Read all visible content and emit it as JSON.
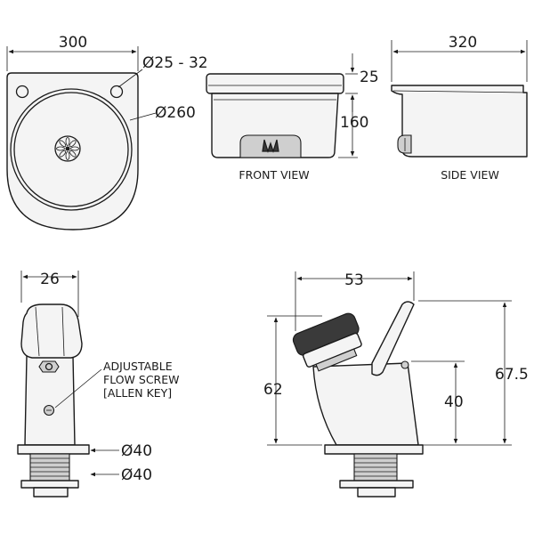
{
  "dims": {
    "basin_width": "300",
    "tap_holes": "Ø25 - 32",
    "bowl_diameter": "Ø260",
    "rim_height": "25",
    "body_height": "160",
    "depth": "320",
    "tap_width": "26",
    "base_diameter_1": "Ø40",
    "base_diameter_2": "Ø40",
    "tap_depth": "53",
    "tap_height": "62",
    "outlet_height": "40",
    "overall_height": "67.5"
  },
  "labels": {
    "front_view": "FRONT VIEW",
    "side_view": "SIDE VIEW",
    "flow_screw_line1": "ADJUSTABLE",
    "flow_screw_line2": "FLOW SCREW",
    "flow_screw_line3": "[ALLEN KEY]"
  },
  "colors": {
    "line": "#1a1a1a",
    "fill_light": "#f4f4f4",
    "fill_dark": "#3a3a3a"
  }
}
